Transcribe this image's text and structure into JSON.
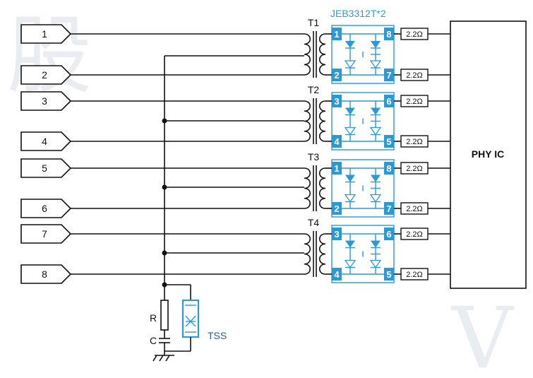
{
  "connector_pins": [
    "1",
    "2",
    "3",
    "4",
    "5",
    "6",
    "7",
    "8"
  ],
  "transformers": [
    "T1",
    "T2",
    "T3",
    "T4"
  ],
  "array_label": "JEB3312T*2",
  "array_pins": [
    {
      "top": "1",
      "bottom": "2",
      "right_top": "8",
      "right_bottom": "7"
    },
    {
      "top": "3",
      "bottom": "4",
      "right_top": "6",
      "right_bottom": "5"
    },
    {
      "top": "1",
      "bottom": "2",
      "right_top": "8",
      "right_bottom": "7"
    },
    {
      "top": "3",
      "bottom": "4",
      "right_top": "6",
      "right_bottom": "5"
    }
  ],
  "resistor_value": "2.2Ω",
  "phy_label": "PHY IC",
  "r_label": "R",
  "c_label": "C",
  "tss_label": "TSS",
  "colors": {
    "accent": "#2a9ad6",
    "tss_text": "#1f5fae",
    "line": "#111111"
  }
}
